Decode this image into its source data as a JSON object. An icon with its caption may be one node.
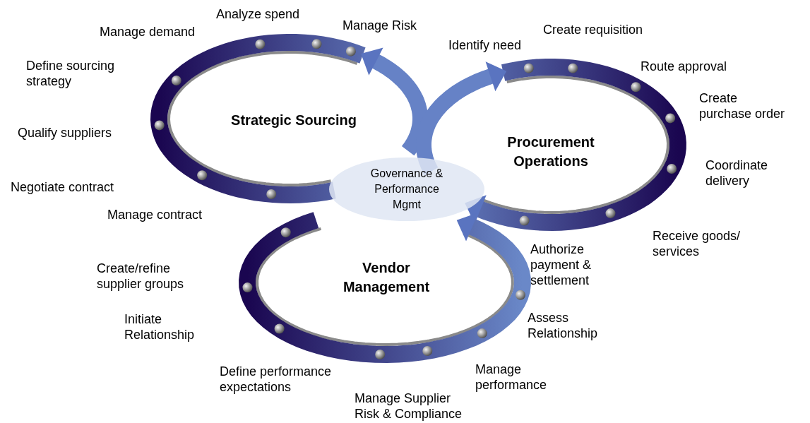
{
  "diagram": {
    "nodes": [
      {
        "text": [
          "Strategic Sourcing"
        ]
      },
      {
        "text": [
          "Procurement Operations"
        ]
      },
      {
        "text": [
          "Vendor Management"
        ]
      },
      {
        "text": [
          "Governance & Performance Mgmt"
        ]
      }
    ],
    "labels": [
      "Analyze spend",
      "Manage Risk",
      "Create requisition",
      "Manage demand",
      "Identify need",
      "Define sourcing strategy",
      "Route approval",
      "Create purchase order",
      "Qualify suppliers",
      "Coordinate delivery",
      "Negotiate contract",
      "Manage contract",
      "Receive goods/ services",
      "Authorize payment & settlement",
      "Create/refine supplier groups",
      "Assess Relationship",
      "Initiate Relationship",
      "Manage performance",
      "Define performance expectations",
      "Manage Supplier Risk & Compliance"
    ]
  }
}
